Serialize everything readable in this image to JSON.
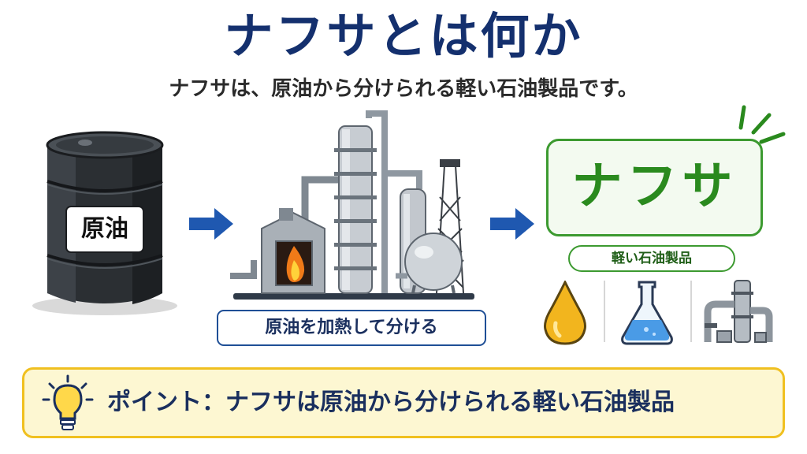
{
  "title": "ナフサとは何か",
  "subtitle": "ナフサは、原油から分けられる軽い石油製品です。",
  "barrel": {
    "label": "原油"
  },
  "refinery": {
    "caption": "原油を加熱して分ける"
  },
  "result": {
    "name": "ナフサ",
    "tag": "軽い石油製品",
    "icons": [
      "oil-drop-icon",
      "flask-icon",
      "piping-icon"
    ]
  },
  "point": {
    "text": "ポイント：ナフサは原油から分けられる軽い石油製品"
  },
  "colors": {
    "title": "#14306e",
    "arrow": "#1f58b0",
    "accent_green": "#2a8a1e",
    "point_border": "#f0c020",
    "point_bg": "#fdf7d2"
  }
}
